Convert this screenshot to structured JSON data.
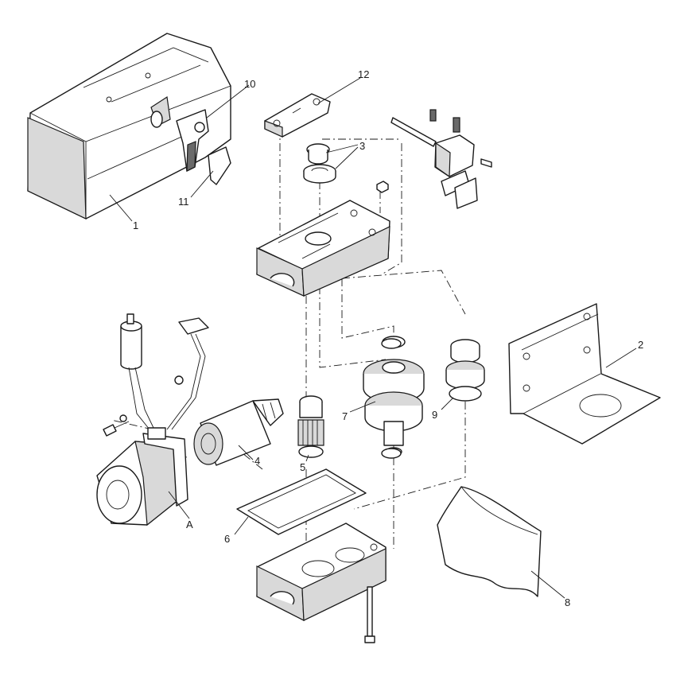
{
  "callouts": {
    "c1": "1",
    "c2": "2",
    "c3": "3",
    "c4": "4",
    "c5": "5",
    "c6": "6",
    "c7": "7",
    "c8": "8",
    "c9": "9",
    "c10": "10",
    "c11": "11",
    "c12": "12",
    "cA": "A"
  }
}
